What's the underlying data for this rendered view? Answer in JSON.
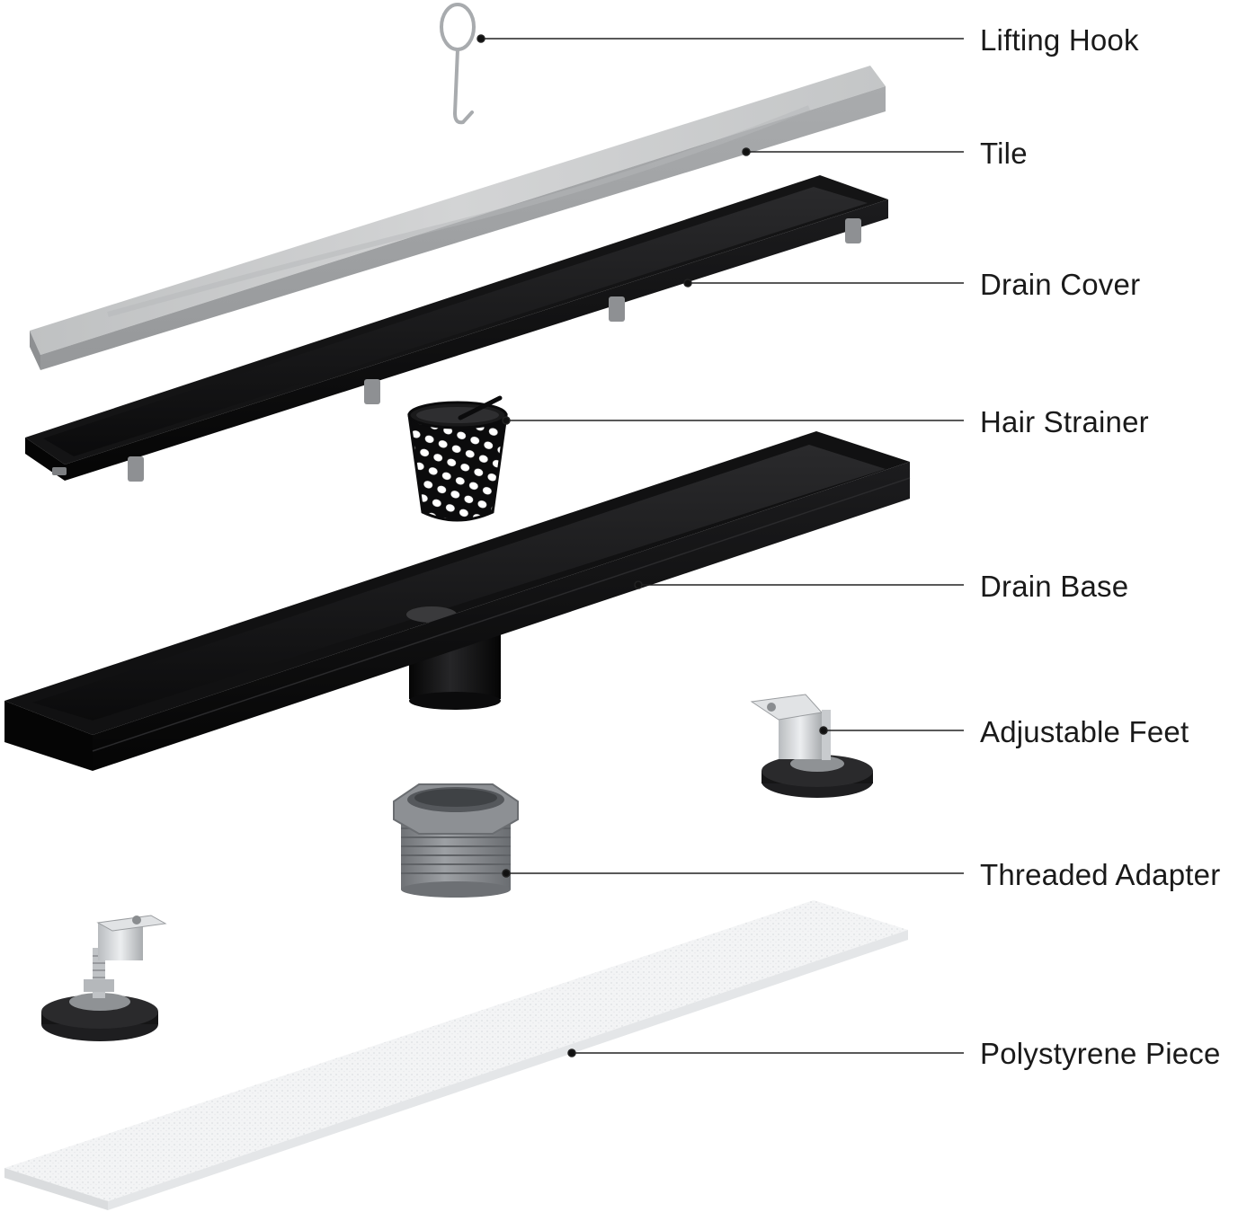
{
  "parts": [
    {
      "id": "lifting-hook",
      "label": "Lifting Hook"
    },
    {
      "id": "tile",
      "label": "Tile"
    },
    {
      "id": "drain-cover",
      "label": "Drain Cover"
    },
    {
      "id": "hair-strainer",
      "label": "Hair Strainer"
    },
    {
      "id": "drain-base",
      "label": "Drain Base"
    },
    {
      "id": "adjustable-feet",
      "label": "Adjustable Feet"
    },
    {
      "id": "threaded-adapter",
      "label": "Threaded Adapter"
    },
    {
      "id": "polystyrene-piece",
      "label": "Polystyrene Piece"
    }
  ],
  "colors": {
    "tile": "#c9cacb",
    "drain": "#0e0e0f",
    "adapter": "#8a8d91",
    "foam": "#f2f3f4",
    "bracket": "#d7d9db",
    "leader": "#222222"
  }
}
